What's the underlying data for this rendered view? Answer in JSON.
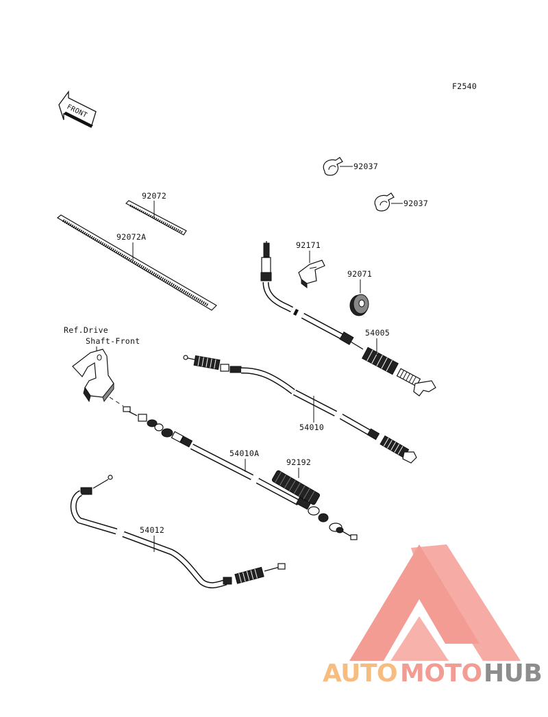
{
  "figure_code": "F2540",
  "front_label": "FRONT",
  "reference_note": {
    "line1": "Ref.Drive",
    "line2": "Shaft-Front"
  },
  "parts": [
    {
      "id": "92037",
      "label": "92037",
      "name": "clamp"
    },
    {
      "id": "92037b",
      "label": "92037",
      "name": "clamp"
    },
    {
      "id": "92072",
      "label": "92072",
      "name": "band"
    },
    {
      "id": "92072A",
      "label": "92072A",
      "name": "band"
    },
    {
      "id": "92171",
      "label": "92171",
      "name": "clamp"
    },
    {
      "id": "92071",
      "label": "92071",
      "name": "grommet"
    },
    {
      "id": "54005",
      "label": "54005",
      "name": "cable"
    },
    {
      "id": "54010",
      "label": "54010",
      "name": "cable"
    },
    {
      "id": "54010A",
      "label": "54010A",
      "name": "cable"
    },
    {
      "id": "92192",
      "label": "92192",
      "name": "tube"
    },
    {
      "id": "54012",
      "label": "54012",
      "name": "cable"
    }
  ],
  "watermark": {
    "part1": "AUTO",
    "part2": "MOTO",
    "part3": "HUB",
    "colors": {
      "auto": "#f6b26b",
      "moto": "#f28b82",
      "hub": "#7a7a7a",
      "logo": "#f28b82"
    }
  }
}
